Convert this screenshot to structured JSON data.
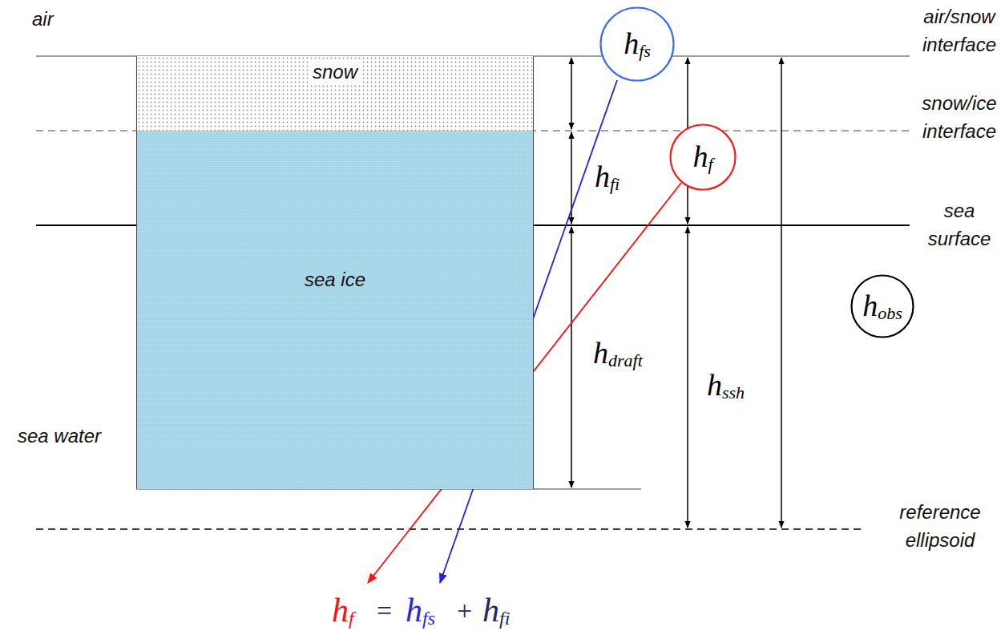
{
  "diagram": {
    "nodes": [
      {
        "text": [
          "snow"
        ]
      },
      {
        "text": [
          "hfs"
        ]
      },
      {
        "text": [
          "hf"
        ]
      },
      {
        "text": [
          "sea ice"
        ]
      },
      {
        "text": [
          "hobs"
        ]
      }
    ],
    "labels": [
      "air",
      "air/snow interface",
      "snow/ice interface",
      "hfi",
      "sea surface",
      "hdraft",
      "hssh",
      "sea water",
      "reference ellipsoid",
      "hf",
      "=",
      "hfs",
      "+",
      "hfi"
    ]
  }
}
